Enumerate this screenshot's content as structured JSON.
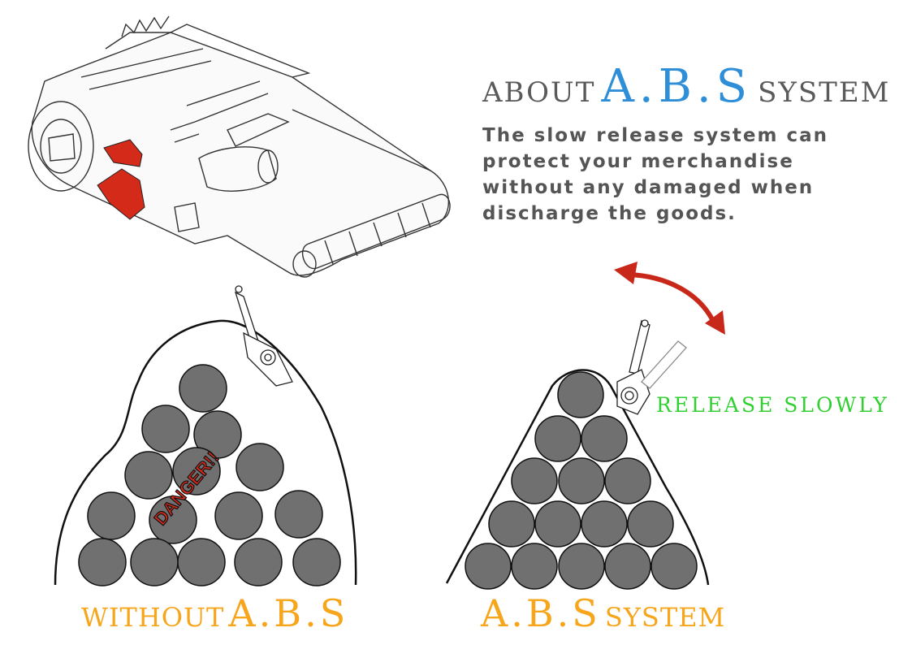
{
  "title": {
    "prefix": "ABOUT",
    "highlight": "A.B.S",
    "suffix": "SYSTEM"
  },
  "description": "The slow release system can protect your merchandise without any damaged when discharge the goods.",
  "release_label": "RELEASE SLOWLY",
  "danger_label": "DANGER!!",
  "left_caption": {
    "prefix": "WITHOUT",
    "highlight": "A.B.S"
  },
  "right_caption": {
    "highlight": "A.B.S",
    "suffix": "SYSTEM"
  },
  "colors": {
    "blue": "#2e8fd8",
    "orange": "#f7a51b",
    "green": "#2fd02f",
    "red": "#d42a1a",
    "gray_text": "#5a5a5a"
  }
}
